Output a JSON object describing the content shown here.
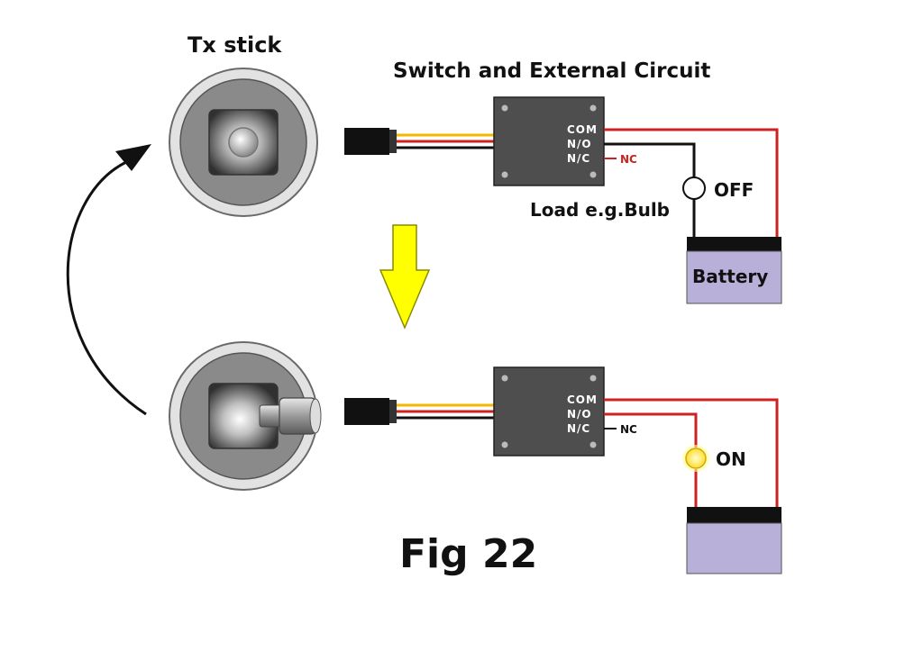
{
  "labels": {
    "tx_stick": "Tx stick",
    "switch_circuit": "Switch and External Circuit",
    "load": "Load e.g.Bulb",
    "off": "OFF",
    "on": "ON",
    "battery": "Battery",
    "figure": "Fig 22"
  },
  "switch_pins": {
    "com": "COM",
    "no": "N/O",
    "nc": "N/C",
    "nc_tag": "NC"
  },
  "colors": {
    "wire_red": "#cc2222",
    "wire_black": "#111111",
    "wire_yellow": "#f5b800",
    "arrow_yellow": "#ffff00",
    "battery_fill": "#b8b0d8",
    "switch_body": "#505050",
    "bulb_on": "#ffee66"
  }
}
